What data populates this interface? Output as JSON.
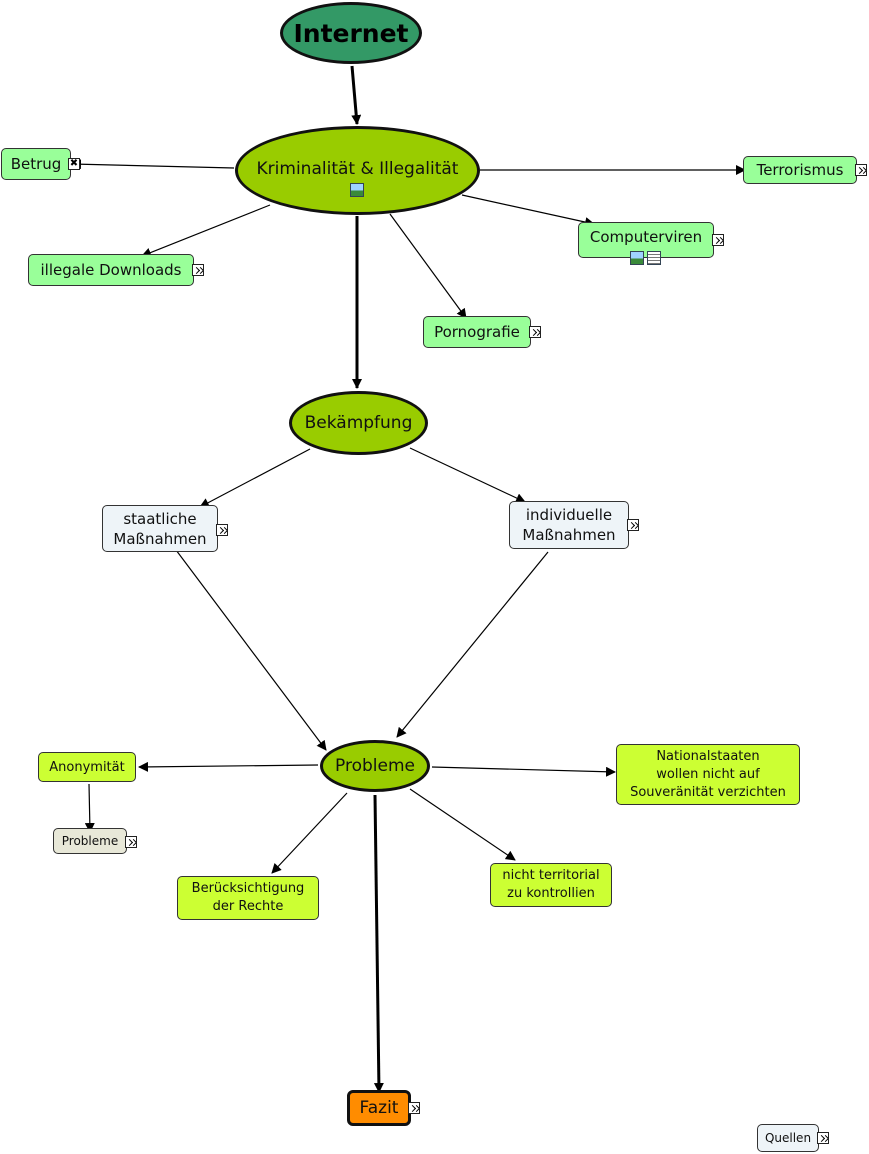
{
  "concept_map": {
    "nodes": {
      "internet": "Internet",
      "kriminalitaet": "Kriminalität & Illegalität",
      "betrug": "Betrug",
      "terrorismus": "Terrorismus",
      "illegale_downloads": "illegale Downloads",
      "computerviren": "Computerviren",
      "pornografie": "Pornografie",
      "bekaempfung": "Bekämpfung",
      "staatliche": "staatliche\nMaßnahmen",
      "individuelle": "individuelle\nMaßnahmen",
      "probleme": "Probleme",
      "anonymitaet": "Anonymität",
      "probleme_sub": "Probleme",
      "nationalstaaten": "Nationalstaaten\nwollen nicht auf\nSouveränität verzichten",
      "beruecksichtigung": "Berücksichtigung\nder Rechte",
      "nicht_territorial": "nicht territorial\nzu kontrollien",
      "fazit": "Fazit",
      "quellen": "Quellen"
    },
    "colors": {
      "internet": "#339966",
      "main_ellipse": "#99cc00",
      "topic_box": "#99ff99",
      "measure_box": "#eef4f8",
      "problem_box": "#ccff33",
      "note_box": "#e8e8d8",
      "fazit": "#ff8c00",
      "line": "#000000"
    },
    "resource_icons": {
      "more": "double-chevron-icon",
      "image": "image-icon",
      "document": "document-icon",
      "close": "close-icon"
    }
  }
}
